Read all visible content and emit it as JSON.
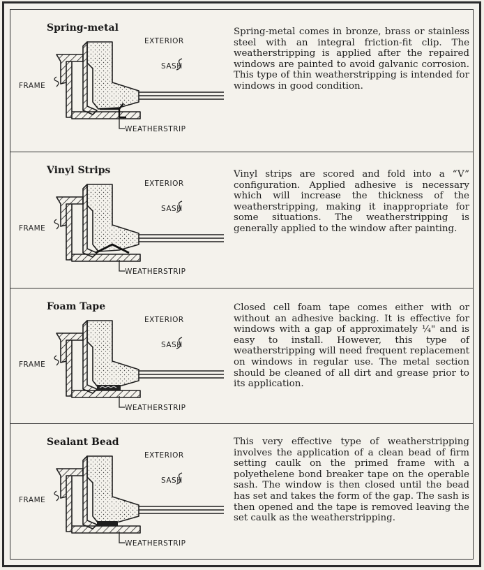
{
  "panels": [
    {
      "title": "Spring-metal",
      "labels": {
        "exterior": "EXTERIOR",
        "sash": "SASH",
        "frame": "FRAME",
        "weatherstrip": "WEATHERSTRIP"
      },
      "description": "Spring-metal comes in bronze, brass or stainless steel with an integral friction-fit clip. The weatherstripping is applied after the repaired windows are painted to avoid galvanic corrosion. This type of thin weatherstripping is intended for windows in good condition."
    },
    {
      "title": "Vinyl Strips",
      "labels": {
        "exterior": "EXTERIOR",
        "sash": "SASH",
        "frame": "FRAME",
        "weatherstrip": "WEATHERSTRIP"
      },
      "description": "Vinyl strips are scored and fold into a “V” configuration. Applied adhesive is necessary which will increase the thickness of the weatherstripping, making it inappropriate for some situations. The weatherstripping is generally applied to the window after painting."
    },
    {
      "title": "Foam Tape",
      "labels": {
        "exterior": "EXTERIOR",
        "sash": "SASH",
        "frame": "FRAME",
        "weatherstrip": "WEATHERSTRIP"
      },
      "description": "Closed cell foam tape comes either with or without an adhesive backing. It is effective for windows with a gap of approximately ¼\" and is easy to install. However, this type of weatherstripping will need frequent replacement on windows in regular use. The metal section should be cleaned of all dirt and grease prior to its application."
    },
    {
      "title": "Sealant Bead",
      "labels": {
        "exterior": "EXTERIOR",
        "sash": "SASH",
        "frame": "FRAME",
        "weatherstrip": "WEATHERSTRIP"
      },
      "description": "This very effective type of weatherstripping involves the application of a clean bead of firm setting caulk on the primed frame with a polyethelene bond breaker tape on the operable sash. The window is then closed until the bead has set and takes the form of the gap. The sash is then opened and the tape is removed leaving the set caulk as the weatherstripping."
    }
  ]
}
